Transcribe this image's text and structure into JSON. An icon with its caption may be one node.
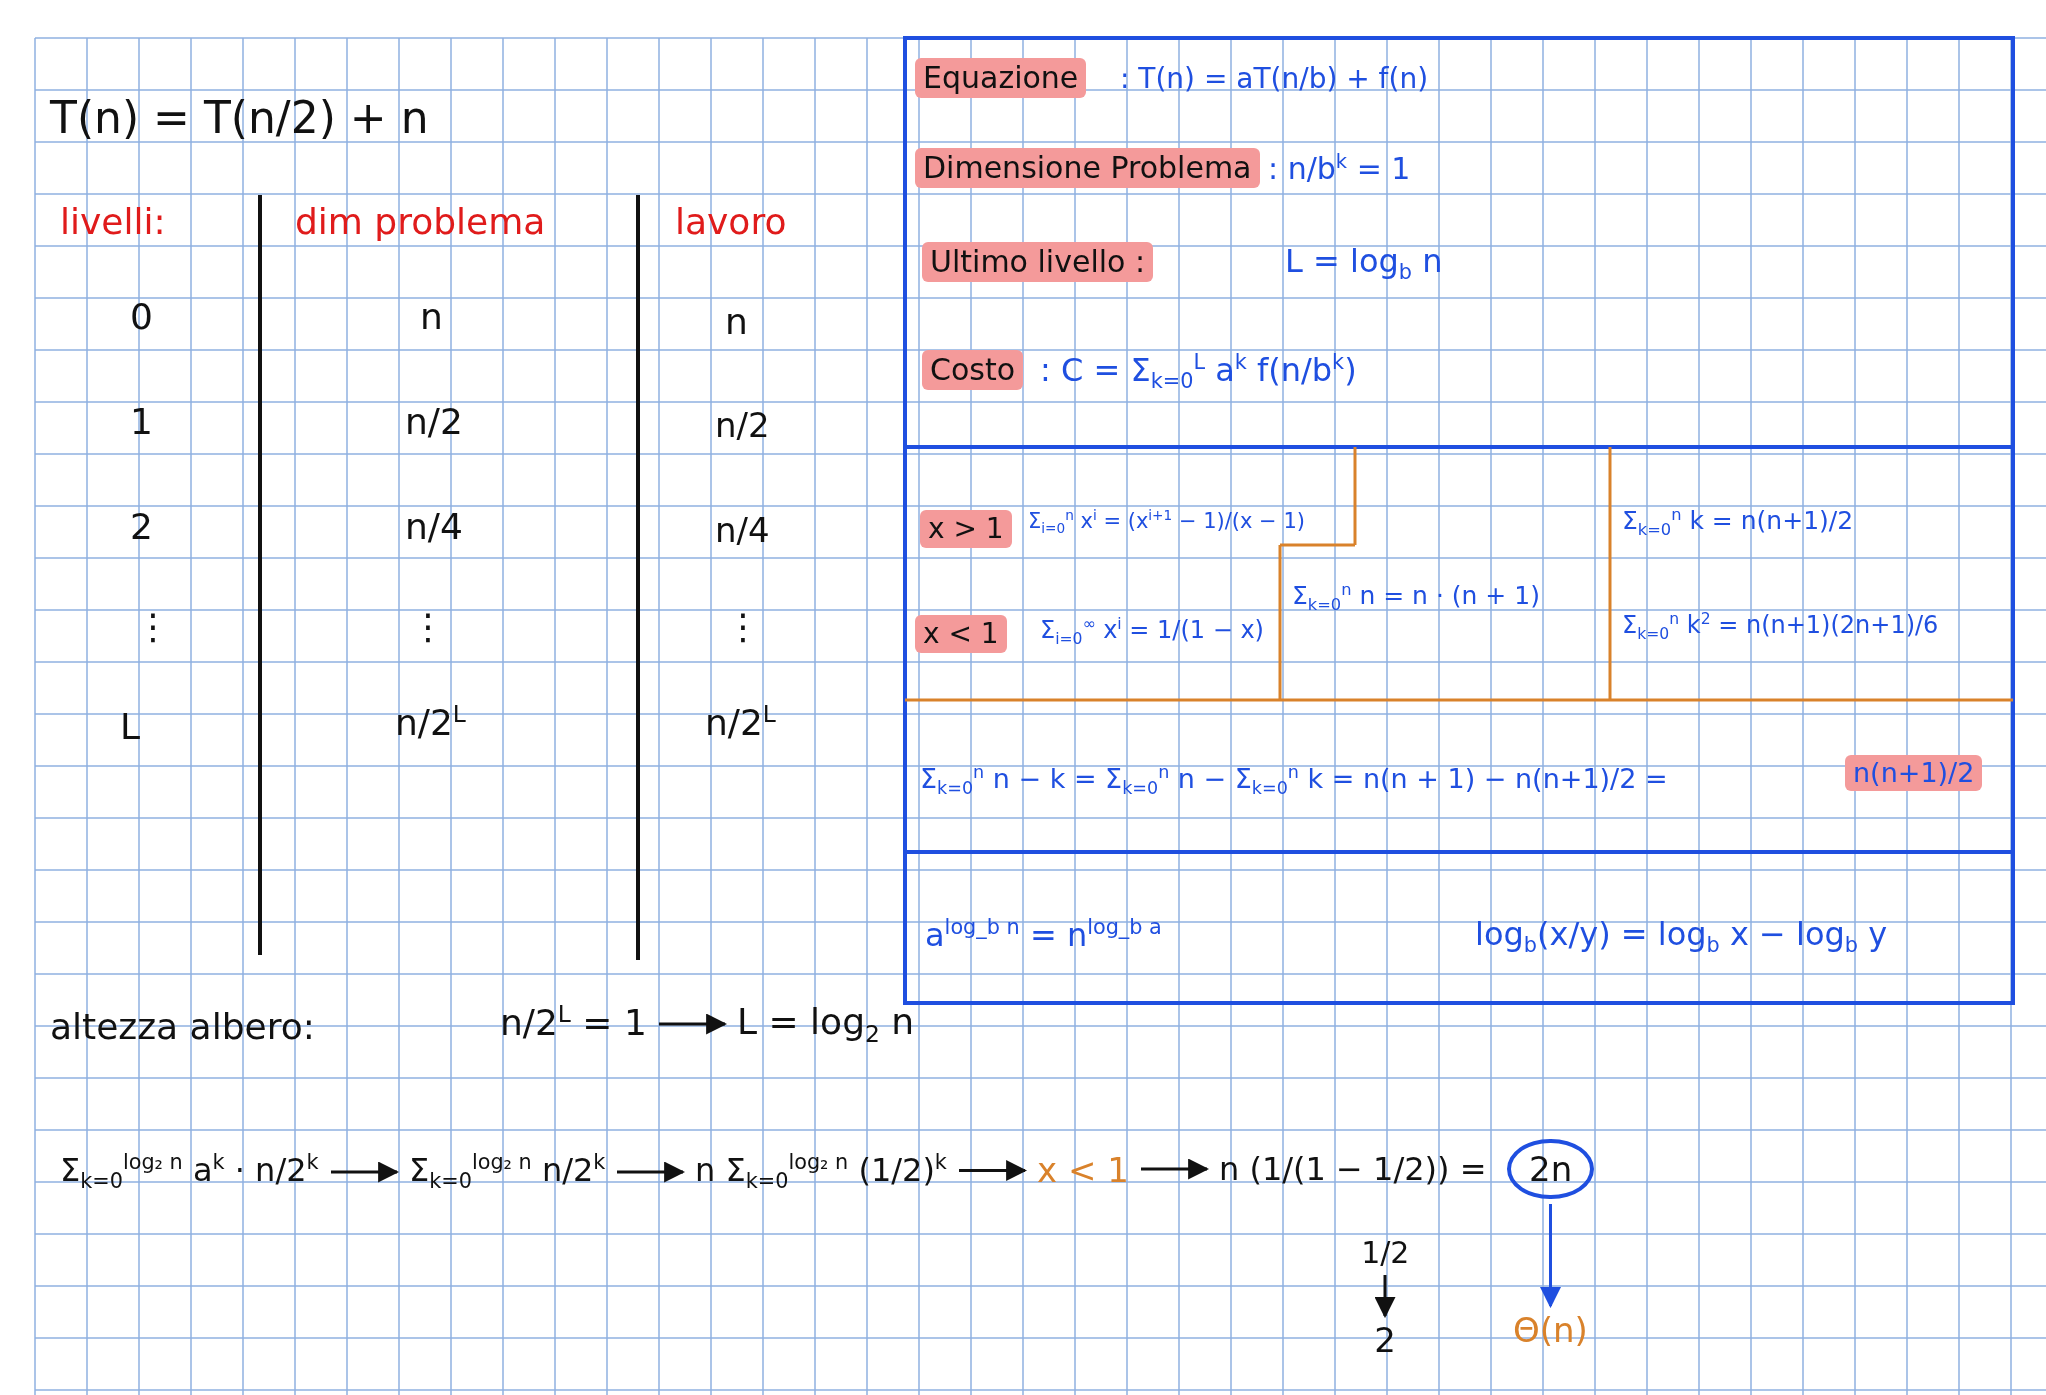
{
  "diagram": {
    "nodes": [
      {
        "text": [
          "n/2$^{L}$ = 1"
        ]
      },
      {
        "text": [
          "L = log$_{2}$ n"
        ]
      },
      {
        "text": [
          "Σ$_{k=0}$$^{log₂ n}$ a$^{k}$ · n/2$^{k}$"
        ]
      },
      {
        "text": [
          "Σ$_{k=0}$$^{log₂ n}$ n/2$^{k}$"
        ]
      },
      {
        "text": [
          "n Σ$_{k=0}$$^{log₂ n}$ (1/2)$^{k}$"
        ]
      },
      {
        "text": [
          "x < 1"
        ]
      },
      {
        "text": [
          "n (1/(1 − 1/2)) ="
        ]
      },
      {
        "text": [
          "2n"
        ]
      },
      {
        "text": [
          "Θ(n)"
        ]
      },
      {
        "text": [
          "1/2"
        ]
      },
      {
        "text": [
          "2"
        ]
      }
    ],
    "edges": [
      {
        "from": 0,
        "to": 1,
        "arrow": "to"
      },
      {
        "from": 2,
        "to": 3,
        "arrow": "to"
      },
      {
        "from": 3,
        "to": 4,
        "arrow": "to"
      },
      {
        "from": 4,
        "to": 5,
        "arrow": "to"
      },
      {
        "from": 5,
        "to": 6,
        "arrow": "to"
      },
      {
        "from": 7,
        "to": 8,
        "arrow": "to",
        "color": "#1f4fe0"
      },
      {
        "from": 9,
        "to": 10,
        "arrow": "to"
      }
    ],
    "labels": [
      "T(n) = T(n/2) + n",
      "livelli:",
      "dim problema",
      "lavoro",
      "0",
      "n",
      "n",
      "1",
      "n/2",
      "n/2",
      "2",
      "n/4",
      "n/4",
      "⋮",
      "⋮",
      "⋮",
      "L",
      "n/2$^{L}$",
      "n/2$^{L}$",
      "Equazione",
      ": T(n) = aT(n/b) + f(n)",
      "Dimensione Problema",
      ": n/b$^{k}$ = 1",
      "Ultimo livello :",
      "L = log$_{b}$ n",
      "Costo",
      ": C = Σ$_{k=0}$$^{L}$ a$^{k}$ f(n/b$^{k}$)",
      "x > 1",
      "Σ$_{i=0}$$^{n}$ x$^{i}$ = (x$^{i+1}$ − 1)/(x − 1)",
      "x < 1",
      "Σ$_{i=0}$$^{∞}$ x$^{i}$ = 1/(1 − x)",
      "Σ$_{k=0}$$^{n}$ n = n · (n + 1)",
      "Σ$_{k=0}$$^{n}$ k = n(n+1)/2",
      "Σ$_{k=0}$$^{n}$ k$^{2}$ = n(n+1)(2n+1)/6",
      "Σ$_{k=0}$$^{n}$ n − k = Σ$_{k=0}$$^{n}$ n − Σ$_{k=0}$$^{n}$ k = n(n + 1) − n(n+1)/2 =",
      "n(n+1)/2",
      "a$^{log_b n}$ = n$^{log_b a}$",
      "log$_{b}$(x/y) = log$_{b}$ x − log$_{b}$ y",
      "altezza albero:"
    ]
  }
}
